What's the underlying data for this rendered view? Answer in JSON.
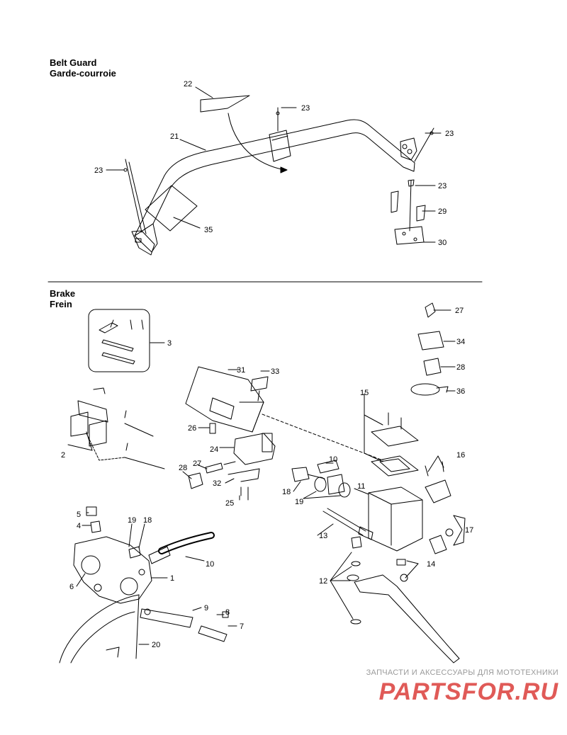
{
  "sections": {
    "belt_guard": {
      "title_en": "Belt Guard",
      "title_fr": "Garde-courroie"
    },
    "brake": {
      "title_en": "Brake",
      "title_fr": "Frein"
    }
  },
  "callouts": {
    "belt_guard": [
      "22",
      "23",
      "23",
      "21",
      "23",
      "23",
      "23",
      "29",
      "35",
      "30"
    ],
    "brake": [
      "27",
      "34",
      "3",
      "31",
      "33",
      "28",
      "36",
      "15",
      "26",
      "2",
      "16",
      "24",
      "10",
      "28",
      "27",
      "32",
      "18",
      "11",
      "25",
      "19",
      "17",
      "13",
      "5",
      "19",
      "18",
      "4",
      "14",
      "10",
      "1",
      "12",
      "6",
      "9",
      "8",
      "7",
      "20"
    ]
  },
  "watermark": {
    "tagline": "ЗАПЧАСТИ И АКСЕССУАРЫ ДЛЯ МОТОТЕХНИКИ",
    "logo": "PARTSFOR.RU",
    "logo_color": "#e05a57",
    "tagline_color": "#9a9a9a"
  }
}
